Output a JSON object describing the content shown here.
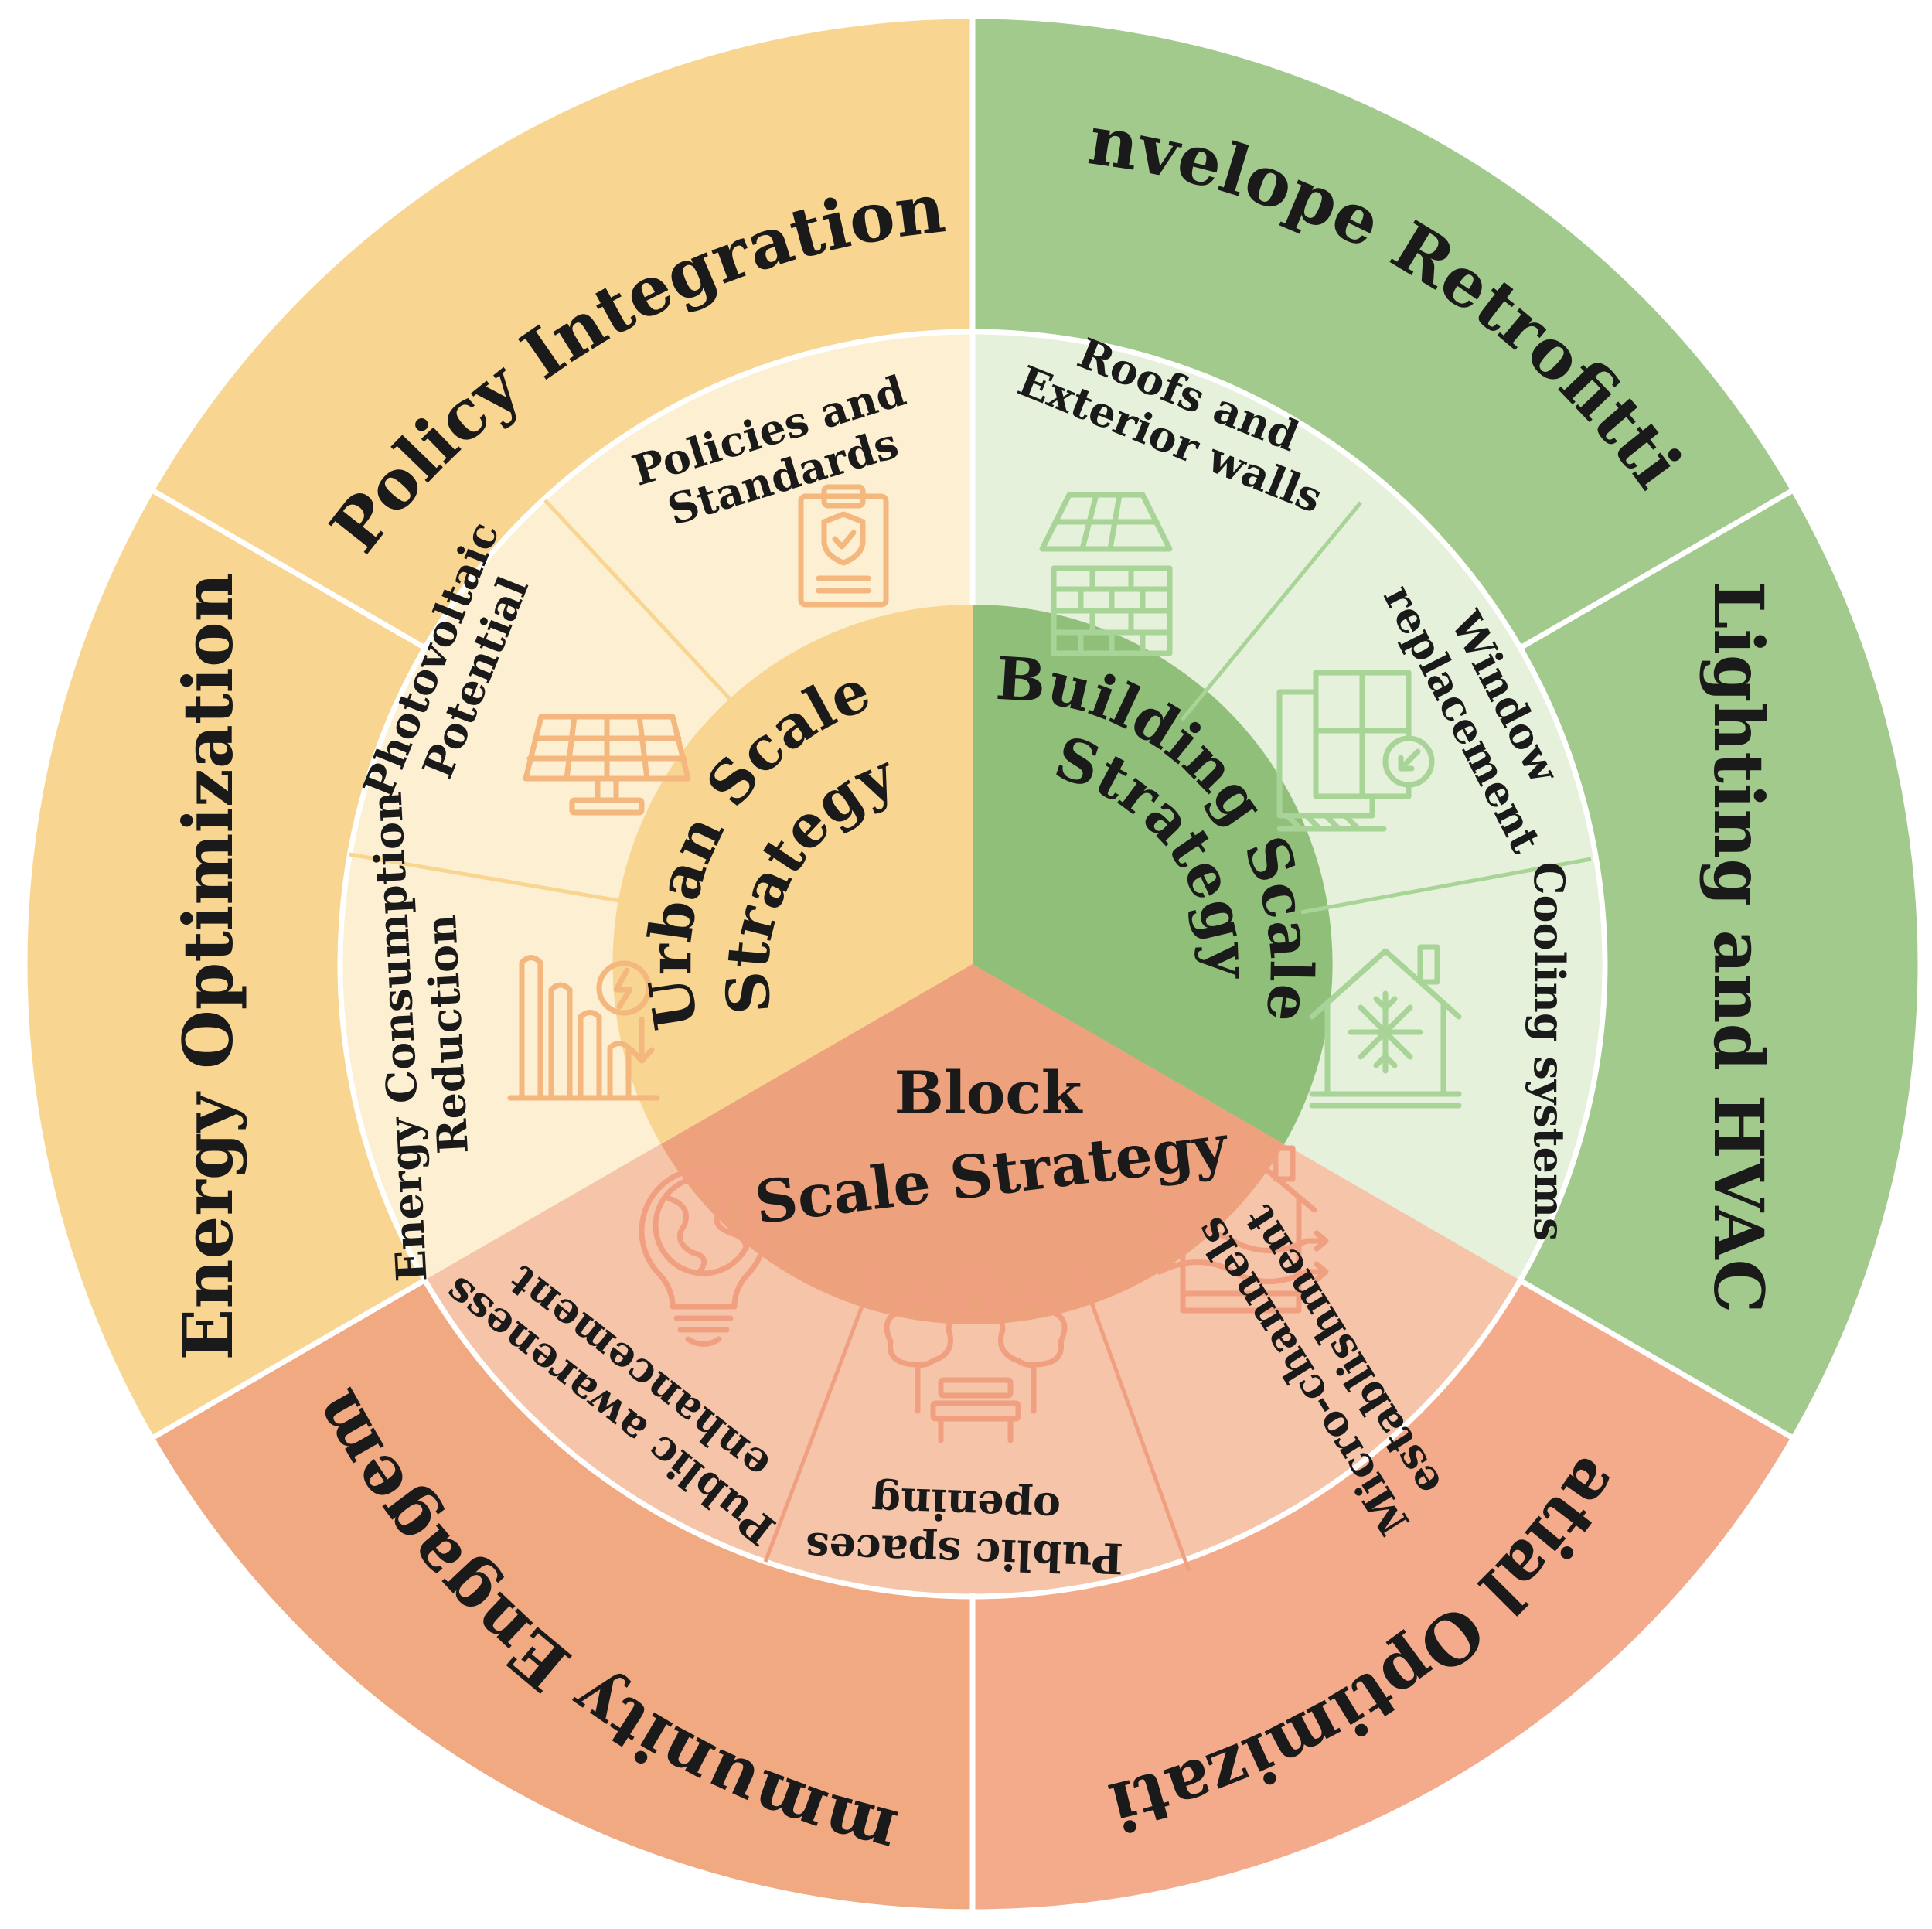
{
  "colors": {
    "urban_outer": "#f9d592",
    "urban_mid": "#fdefd2",
    "urban_center": "#f9d592",
    "urban_icon": "#f4b77e",
    "building_outer": "#a3ca8d",
    "building_mid": "#e5f1db",
    "building_center": "#8fbf78",
    "building_icon": "#a9d497",
    "block_outer_left": "#f0a981",
    "block_outer_right": "#f3ab8b",
    "block_mid": "#f5c4a9",
    "block_center": "#eea17d",
    "block_icon": "#f0a080",
    "divider": "#ffffff"
  },
  "center": {
    "urban": [
      "Urban Scale",
      "Strategy"
    ],
    "building": [
      "Building Scale",
      "Strategy"
    ],
    "block": [
      "Block",
      "Scale Strategy"
    ]
  },
  "middle_ring": [
    {
      "lines": [
        "Policies and",
        "Standards"
      ],
      "icon": "clipboard-shield-icon"
    },
    {
      "lines": [
        "Photovoltaic",
        "Potential"
      ],
      "icon": "solar-panel-icon"
    },
    {
      "lines": [
        "Energy Consumption",
        "Reduction"
      ],
      "icon": "energy-bar-chart-icon"
    },
    {
      "lines": [
        "Roofs and",
        "Exterior walls"
      ],
      "icon": "roof-wall-icon"
    },
    {
      "lines": [
        "Window",
        "replacement"
      ],
      "icon": "window-icon"
    },
    {
      "lines": [
        "Cooling systems"
      ],
      "icon": "house-snowflake-icon"
    },
    {
      "lines": [
        "Micro-channels",
        "establishment"
      ],
      "icon": "house-airflow-icon"
    },
    {
      "lines": [
        "Public spaces",
        "opening"
      ],
      "icon": "park-bench-trees-icon"
    },
    {
      "lines": [
        "Public awareness",
        "enhancement"
      ],
      "icon": "lightbulb-globe-icon"
    }
  ],
  "outer_ring": [
    "Policy Integration",
    "Energy Optimization",
    "Envelope Retrofitting",
    "Lighting and HVAC",
    "Spatial Optimization",
    "Community Engagement"
  ]
}
